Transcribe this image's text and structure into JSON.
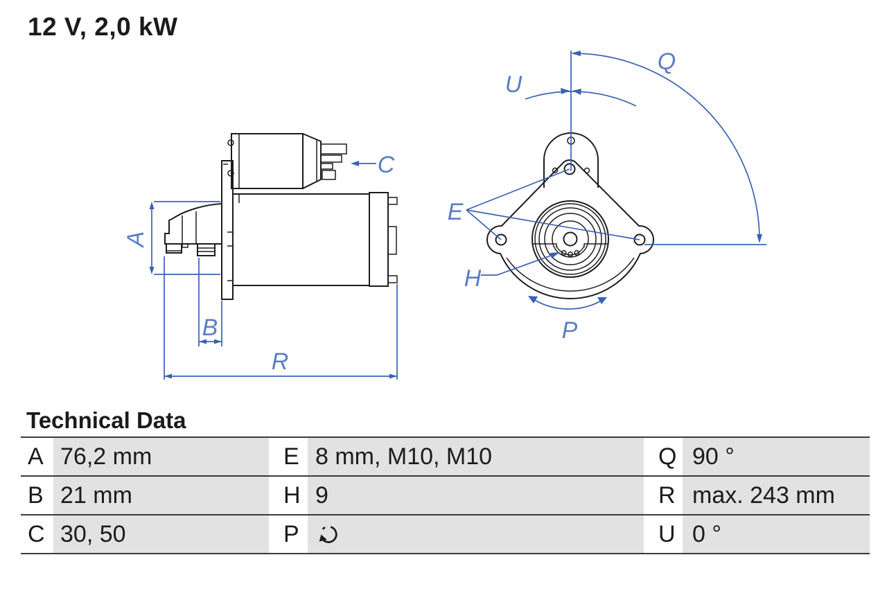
{
  "title": "12 V, 2,0 kW",
  "section_heading": "Technical Data",
  "diagram": {
    "labels": {
      "A": "A",
      "B": "B",
      "C": "C",
      "R": "R",
      "E": "E",
      "H": "H",
      "P": "P",
      "Q": "Q",
      "U": "U"
    },
    "line_color": "#3a62b2",
    "label_color": "#5b7ec5",
    "drawing_color": "#1c1c1c"
  },
  "table": {
    "background_gray": "#e2e2e2",
    "rows": [
      {
        "cells": [
          {
            "key": "A",
            "value": "76,2 mm"
          },
          {
            "key": "E",
            "value": "8 mm, M10, M10"
          },
          {
            "key": "Q",
            "value": "90 °"
          }
        ]
      },
      {
        "cells": [
          {
            "key": "B",
            "value": "21 mm"
          },
          {
            "key": "H",
            "value": "9"
          },
          {
            "key": "R",
            "value": "max. 243 mm"
          }
        ]
      },
      {
        "cells": [
          {
            "key": "C",
            "value": "30, 50"
          },
          {
            "key": "P",
            "value": "",
            "icon": "rotation-ccw-icon"
          },
          {
            "key": "U",
            "value": "0 °"
          }
        ]
      }
    ]
  }
}
